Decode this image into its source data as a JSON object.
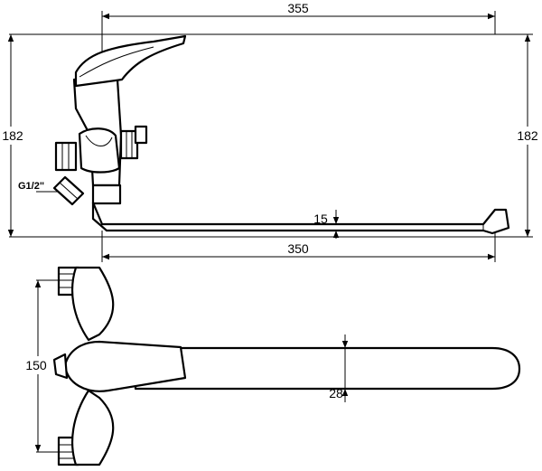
{
  "dimensions": {
    "total_length": "355",
    "height_left": "182",
    "height_right": "182",
    "spout_length": "350",
    "spout_thickness": "15",
    "thread_size": "G1/2\"",
    "center_distance": "150",
    "spout_width": "28"
  }
}
